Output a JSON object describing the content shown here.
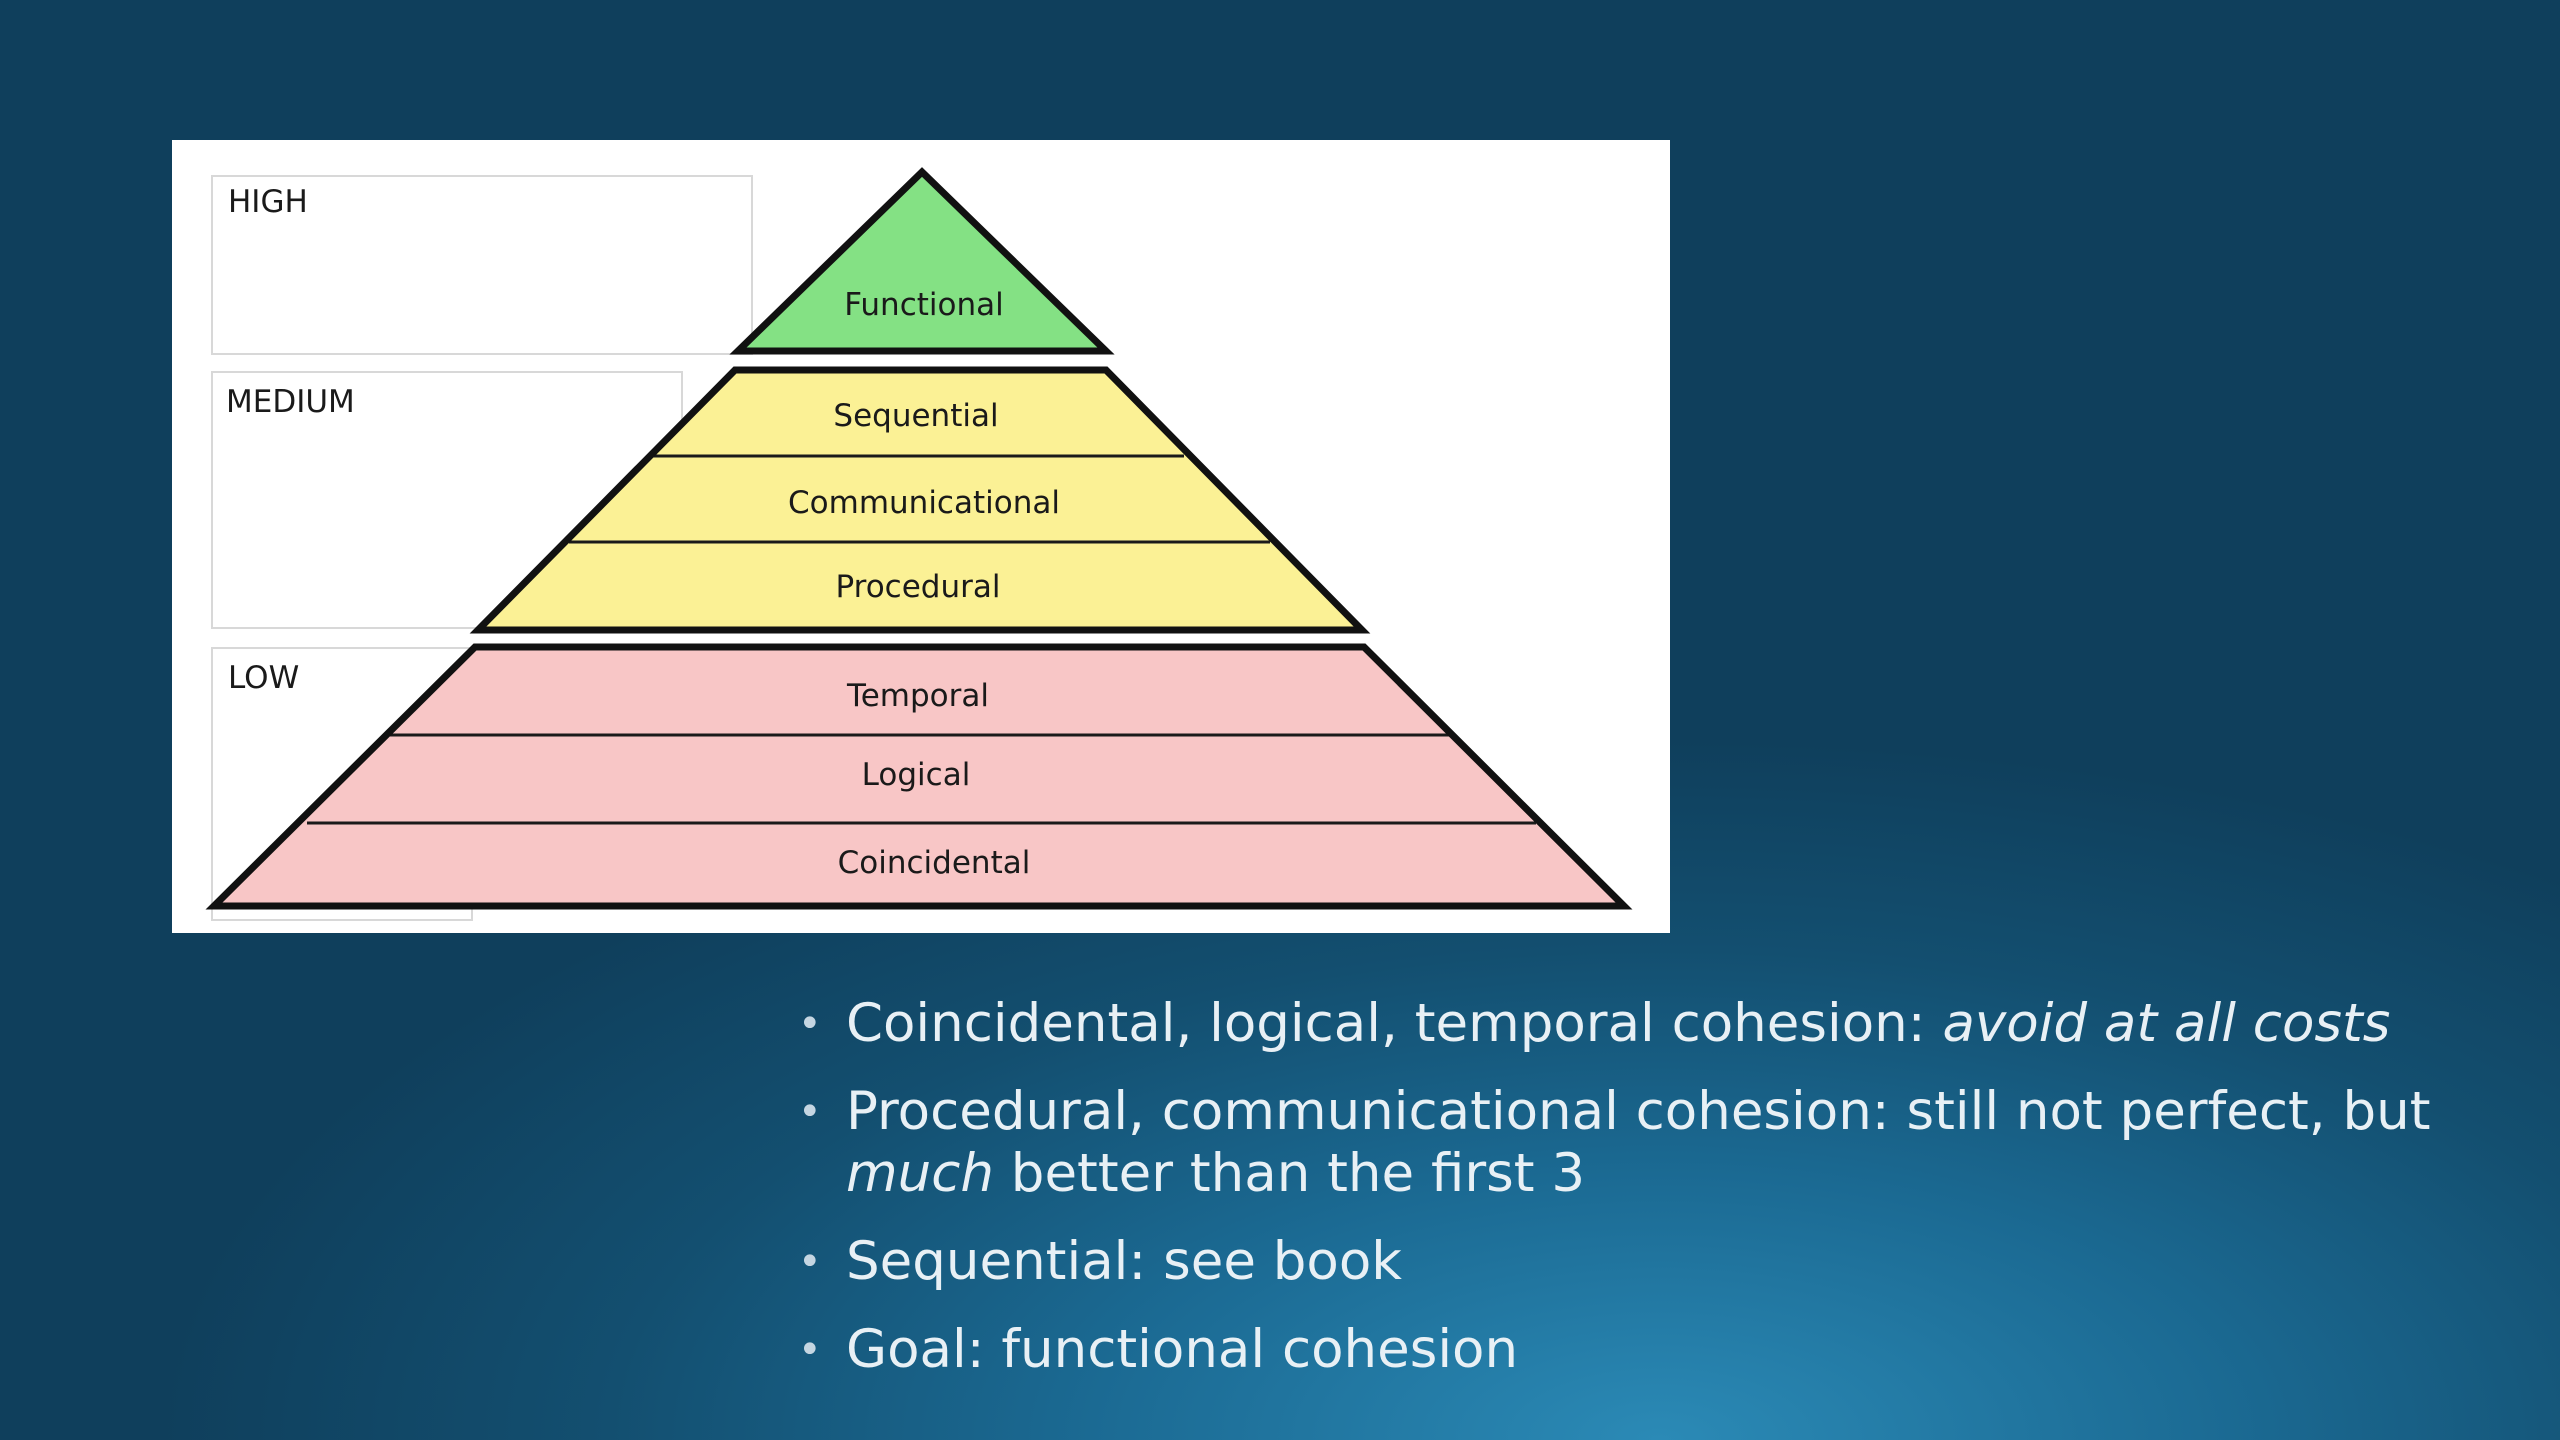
{
  "diagram": {
    "levels": [
      {
        "label": "HIGH",
        "color": "#ffffff"
      },
      {
        "label": "MEDIUM",
        "color": "#ffffff"
      },
      {
        "label": "LOW",
        "color": "#ffffff"
      }
    ],
    "layers": [
      {
        "label": "Functional",
        "level": "HIGH",
        "color": "#84e184"
      },
      {
        "label": "Sequential",
        "level": "MEDIUM",
        "color": "#fbf195"
      },
      {
        "label": "Communicational",
        "level": "MEDIUM",
        "color": "#fbf195"
      },
      {
        "label": "Procedural",
        "level": "MEDIUM",
        "color": "#fbf195"
      },
      {
        "label": "Temporal",
        "level": "LOW",
        "color": "#f8c6c6"
      },
      {
        "label": "Logical",
        "level": "LOW",
        "color": "#f8c6c6"
      },
      {
        "label": "Coincidental",
        "level": "LOW",
        "color": "#f8c6c6"
      }
    ]
  },
  "bullets": [
    {
      "text": "Coincidental, logical, temporal cohesion: ",
      "emphasis": "avoid at all costs",
      "tail": ""
    },
    {
      "text": "Procedural, communicational cohesion: still not perfect, but ",
      "emphasis": "much",
      "tail": " better than the first 3"
    },
    {
      "text": "Sequential: see book",
      "emphasis": "",
      "tail": ""
    },
    {
      "text": "Goal: functional cohesion",
      "emphasis": "",
      "tail": ""
    }
  ],
  "colors": {
    "background": "#155a80",
    "high_layer": "#84e184",
    "medium_layer": "#fbf195",
    "low_layer": "#f8c6c6",
    "bullet_text": "#e8f0f5"
  }
}
